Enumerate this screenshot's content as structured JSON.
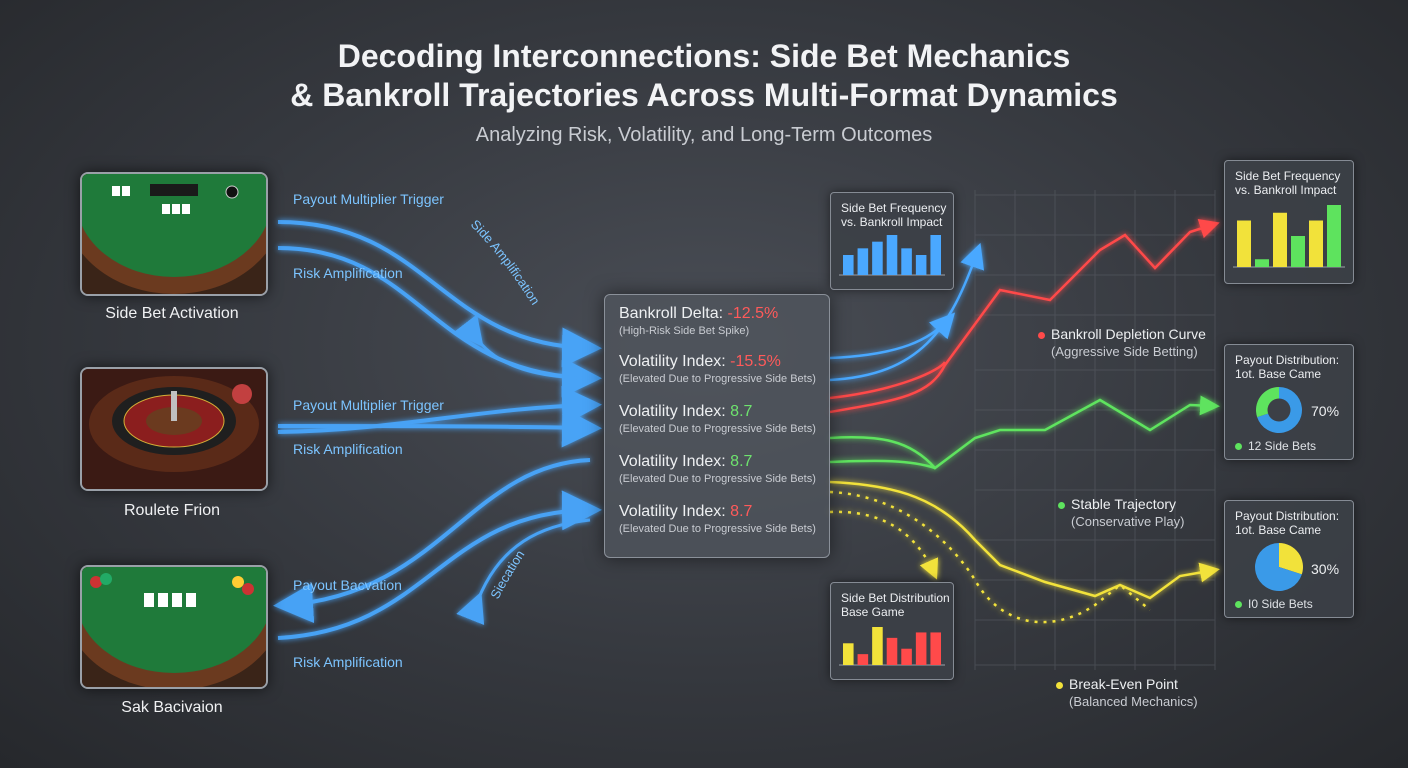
{
  "header": {
    "title_line1": "Decoding Interconnections: Side Bet Mechanics",
    "title_line2": "& Bankroll Trajectories Across Multi-Format Dynamics",
    "subtitle": "Analyzing Risk, Volatility, and Long-Term Outcomes"
  },
  "inputs": [
    {
      "label": "Side Bet Activation",
      "flow_top": "Payout Multiplier Trigger",
      "flow_bottom": "Risk Amplification"
    },
    {
      "label": "Roulete Frion",
      "flow_top": "Payout Multiplier Trigger",
      "flow_bottom": "Risk Amplification"
    },
    {
      "label": "Sak Bacivaion",
      "flow_top": "Payout Bacvation",
      "flow_bottom": "Risk Amplification"
    }
  ],
  "curve_labels": {
    "upper": "Side Amplification",
    "lower": "Siecation"
  },
  "center_panel": {
    "metrics": [
      {
        "label": "Bankroll Delta: ",
        "value": "-12.5%",
        "note": "(High-Risk Side Bet Spike)"
      },
      {
        "label": "Volatility Index: ",
        "value": "-15.5%",
        "note": "(Elevated Due to Progressive Side Bets)"
      },
      {
        "label": "Volatility Index: ",
        "value": "8.7",
        "note": "(Elevated Due to Progressive Side Bets)"
      },
      {
        "label": "Volatility Index: ",
        "value": "8.7",
        "note": "(Elevated Due to Progressive Side Bets)"
      },
      {
        "label": "Volatility Index: ",
        "value": "8.7",
        "note": "(Elevated Due to Progressive Side Bets)"
      }
    ]
  },
  "mini_cards": {
    "freq_left_title": "Side Bet Frequency\nvs. Bankroll Impact",
    "freq_right_title": "Side Bet Frequency\nvs. Bankroll Impact",
    "dist_title": "Side Bet Distribution\nBase Game",
    "payout_top": {
      "title": "Payout Distribution:\n1ot. Base Came",
      "percent": "70%",
      "legend": "12 Side Bets"
    },
    "payout_bottom": {
      "title": "Payout Distribution:\n1ot. Base Came",
      "percent": "30%",
      "legend": "I0 Side Bets"
    }
  },
  "trajectories": {
    "red": {
      "name": "Bankroll Depletion Curve",
      "note": "(Aggressive Side Betting)"
    },
    "green": {
      "name": "Stable Trajectory",
      "note": "(Conservative Play)"
    },
    "yellow": {
      "name": "Break-Even Point",
      "note": "(Balanced Mechanics)"
    }
  },
  "colors": {
    "flow_blue": "#4aa8ff",
    "negative_red": "#ff4a4a",
    "positive_green": "#5ee35e",
    "neutral_yellow": "#f2e23a",
    "pie_blue": "#3a9ae8"
  },
  "chart_data": [
    {
      "type": "bar",
      "title": "Side Bet Frequency vs. Bankroll Impact",
      "series": [
        {
          "values": [
            3,
            4,
            5,
            6,
            4,
            3,
            6
          ]
        }
      ]
    },
    {
      "type": "bar",
      "title": "Side Bet Frequency vs. Bankroll Impact",
      "series": [
        {
          "values": [
            6,
            1,
            7,
            4,
            6,
            8
          ]
        }
      ]
    },
    {
      "type": "bar",
      "title": "Side Bet Distribution Base Game",
      "series": [
        {
          "values": [
            4,
            2,
            7,
            5,
            3,
            6,
            6
          ]
        }
      ]
    },
    {
      "type": "pie",
      "title": "Payout Distribution: 1ot. Base Came",
      "values": [
        70,
        30
      ]
    },
    {
      "type": "pie",
      "title": "Payout Distribution: 1ot. Base Came",
      "values": [
        30,
        70
      ]
    },
    {
      "type": "line",
      "series": [
        {
          "name": "Bankroll Depletion Curve",
          "values": [
            2,
            3,
            4,
            6,
            10,
            11,
            13,
            12,
            14,
            13,
            15,
            14,
            16,
            17
          ]
        },
        {
          "name": "Stable Trajectory",
          "values": [
            7,
            7,
            6,
            5,
            6,
            7,
            9,
            9,
            11,
            10,
            9,
            10,
            10
          ]
        },
        {
          "name": "Break-Even Point",
          "values": [
            5,
            5,
            4,
            3,
            2,
            1,
            1,
            2,
            1,
            2,
            2
          ]
        }
      ]
    }
  ]
}
